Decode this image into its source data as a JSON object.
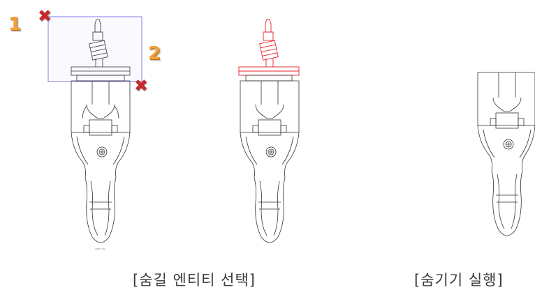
{
  "steps": {
    "badge_1": "1",
    "badge_2": "2",
    "x_mark": "✖"
  },
  "captions": {
    "select": "[숨길 엔티티 선택]",
    "hide": "[숨기기 실행]"
  },
  "drawing_labels": {
    "part_note": "right view"
  },
  "colors": {
    "line": "#333333",
    "selected": "#e8202a",
    "selection_box": "#8080e0",
    "badge": "#f0a23c",
    "x_mark": "#c8282c"
  },
  "icons": [
    "x-mark-icon",
    "step-1-badge",
    "step-2-badge"
  ]
}
